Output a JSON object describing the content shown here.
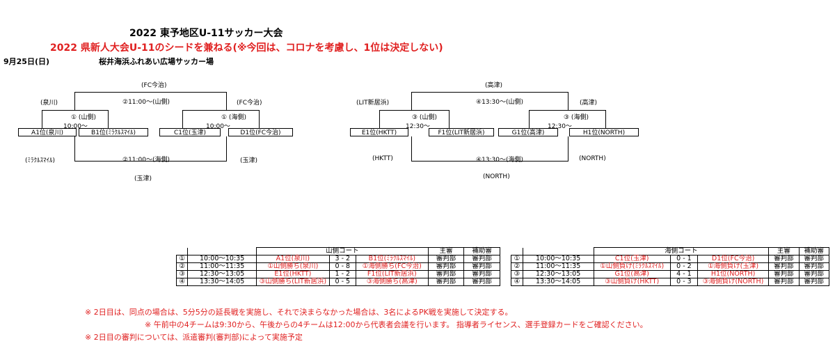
{
  "header": {
    "title": "2022 東予地区U-11サッカー大会",
    "subtitle": "2022 県新人大会U-11のシードを兼ねる(※今回は、コロナを考慮し、1位は決定しない)",
    "date": "9月25日(日)",
    "venue": "桜井海浜ふれあい広場サッカー場"
  },
  "bracket_left": {
    "top_label": "(FC今治)",
    "top_left_label": "(泉川)",
    "top_right_label": "(FC今治)",
    "top_match": "②11:00～(山側)",
    "match1": "① (山側)",
    "match1_time": "10:00～",
    "match2": "① (海側)",
    "match2_time": "10:00～",
    "teams": [
      "A1位(泉川)",
      "B1位(ﾐﾗｸﾙｽﾏｲﾙ)",
      "C1位(玉津)",
      "D1位(FC今治)"
    ],
    "bottom_match": "②11:00～(海側)",
    "bottom_left_label": "(ﾐﾗｸﾙｽﾏｲﾙ)",
    "bottom_right_label": "(玉津)",
    "bottom_label": "(玉津)"
  },
  "bracket_right": {
    "top_label": "(高津)",
    "top_left_label": "(LIT新居浜)",
    "top_right_label": "(高津)",
    "top_match": "④13:30～(山側)",
    "match1": "③ (山側)",
    "match1_time": "12:30～",
    "match2": "③ (海側)",
    "match2_time": "12:30～",
    "teams": [
      "E1位(HKTT)",
      "F1位(LIT新居浜)",
      "G1位(高津)",
      "H1位(NORTH)"
    ],
    "bottom_match": "④13:30～(海側)",
    "bottom_left_label": "(HKTT)",
    "bottom_right_label": "(NORTH)",
    "bottom_label": "(NORTH)"
  },
  "schedule_yama": {
    "court": "山側コート",
    "referee": "主審",
    "assistant": "補助審",
    "rows": [
      {
        "no": "①",
        "time": "10:00～10:35",
        "home": "A1位(泉川)",
        "score": "3 - 2",
        "away": "B1位(ﾐﾗｸﾙｽﾏｲﾙ)",
        "ref": "審判部",
        "asst": "審判部"
      },
      {
        "no": "②",
        "time": "11:00～11:35",
        "home": "①山側勝ち(泉川)",
        "score": "0 - 8",
        "away": "①海側勝ち(FC今治)",
        "ref": "審判部",
        "asst": "審判部"
      },
      {
        "no": "③",
        "time": "12:30～13:05",
        "home": "E1位(HKTT)",
        "score": "1 - 2",
        "away": "F1位(LIT新居浜)",
        "ref": "審判部",
        "asst": "審判部"
      },
      {
        "no": "④",
        "time": "13:30～14:05",
        "home": "③山側勝ち(LIT新居浜)",
        "score": "0 - 5",
        "away": "③海側勝ち(高津)",
        "ref": "審判部",
        "asst": "審判部"
      }
    ]
  },
  "schedule_umi": {
    "court": "海側コート",
    "referee": "主審",
    "assistant": "補助審",
    "rows": [
      {
        "no": "①",
        "time": "10:00～10:35",
        "home": "C1位(玉津)",
        "score": "0 - 1",
        "away": "D1位(FC今治)",
        "ref": "審判部",
        "asst": "審判部"
      },
      {
        "no": "②",
        "time": "11:00～11:35",
        "home": "①山側負け(ﾐﾗｸﾙｽﾏｲﾙ)",
        "score": "0 - 2",
        "away": "①海側負け(玉津)",
        "ref": "審判部",
        "asst": "審判部"
      },
      {
        "no": "③",
        "time": "12:30～13:05",
        "home": "G1位(高津)",
        "score": "4 - 1",
        "away": "H1位(NORTH)",
        "ref": "審判部",
        "asst": "審判部"
      },
      {
        "no": "④",
        "time": "13:30～14:05",
        "home": "③山側負け(HKTT)",
        "score": "0 - 3",
        "away": "③海側負け(NORTH)",
        "ref": "審判部",
        "asst": "審判部"
      }
    ]
  },
  "notes": [
    "※ 2日目は、同点の場合は、5分5分の延長戦を実施し、それで決まらなかった場合は、3名によるPK戦を実施して決定する。",
    "※ 午前中の4チームは9:30から、午後からの4チームは12:00から代表者会議を行います。 指導者ライセンス、選手登録カードをご確認ください。",
    "※ 2日目の審判については、派遣審判(審判部)によって実施予定"
  ]
}
